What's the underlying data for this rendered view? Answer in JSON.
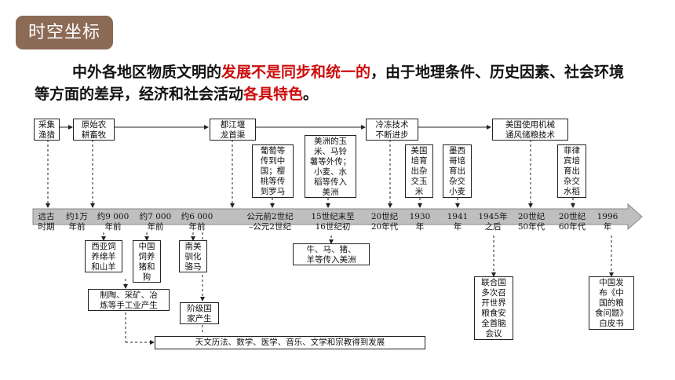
{
  "section_tag": "时空坐标",
  "intro": {
    "p1": "中外各地区物质文明的",
    "r1": "发展不是同步和统一的",
    "p2": "，由于地理条件、历史因素、社会环境等方面的差异，经济和社会活动",
    "r2": "各具特色",
    "p3": "。"
  },
  "colors": {
    "tag": "#8b6a56",
    "highlight": "#cc0d0d",
    "arrow": "#bfbfbf"
  },
  "top_boxes": [
    {
      "name": "gathering-hunting",
      "text": "采集\n渔猎"
    },
    {
      "name": "primitive-farming",
      "text": "原始农\n耕畜牧"
    },
    {
      "name": "dujiangyan",
      "text": "都江堰\n龙首渠"
    },
    {
      "name": "cold-storage",
      "text": "冷冻技术\n不断进步"
    },
    {
      "name": "us-machinery",
      "text": "美国使用机械\n通风储粮技术"
    },
    {
      "name": "grapes",
      "text": "葡萄等\n传到中\n国；樱\n桃等传\n到罗马"
    },
    {
      "name": "american-crops",
      "text": "美洲的玉\n米、马铃\n薯等外传；\n小麦、水\n稻等传入\n美洲"
    },
    {
      "name": "us-hybrid-corn",
      "text": "美国\n培育\n出杂\n交玉\n米"
    },
    {
      "name": "mexico-wheat",
      "text": "墨西\n哥培\n育出\n杂交\n小麦"
    },
    {
      "name": "philippines-rice",
      "text": "菲律\n宾培\n育出\n杂交\n水稻"
    }
  ],
  "timeline_labels": [
    "远古\n时期",
    "约1万\n年前",
    "约9 000\n年前",
    "约7 000\n年前",
    "约6 000\n年前",
    "公元前2世纪\n–公元2世纪",
    "15世纪末至\n16世纪初",
    "20世纪\n20年代",
    "1930\n年",
    "1941\n年",
    "1945年\n之后",
    "20世纪\n50年代",
    "20世纪\n60年代",
    "1996\n年"
  ],
  "bottom_boxes": [
    {
      "name": "west-asia-sheep",
      "text": "西亚饲\n养绵羊\n和山羊"
    },
    {
      "name": "china-pigs",
      "text": "中国\n饲养\n猪和\n狗"
    },
    {
      "name": "south-america-llama",
      "text": "南美\n驯化\n骆马"
    },
    {
      "name": "cattle-horses",
      "text": "牛、马、猪、\n羊等传入美洲"
    },
    {
      "name": "pottery-mining",
      "text": "制陶、采矿、冶\n炼等手工业产生"
    },
    {
      "name": "class-state",
      "text": "阶级国\n家产生"
    },
    {
      "name": "sciences",
      "text": "天文历法、数学、医学、音乐、文学和宗教得到发展"
    },
    {
      "name": "un-food-summit",
      "text": "联合国\n多次召\n开世界\n粮食安\n全首脑\n会议"
    },
    {
      "name": "china-white-paper",
      "text": "中国发\n布《中\n国的粮\n食问题》\n白皮书"
    }
  ]
}
